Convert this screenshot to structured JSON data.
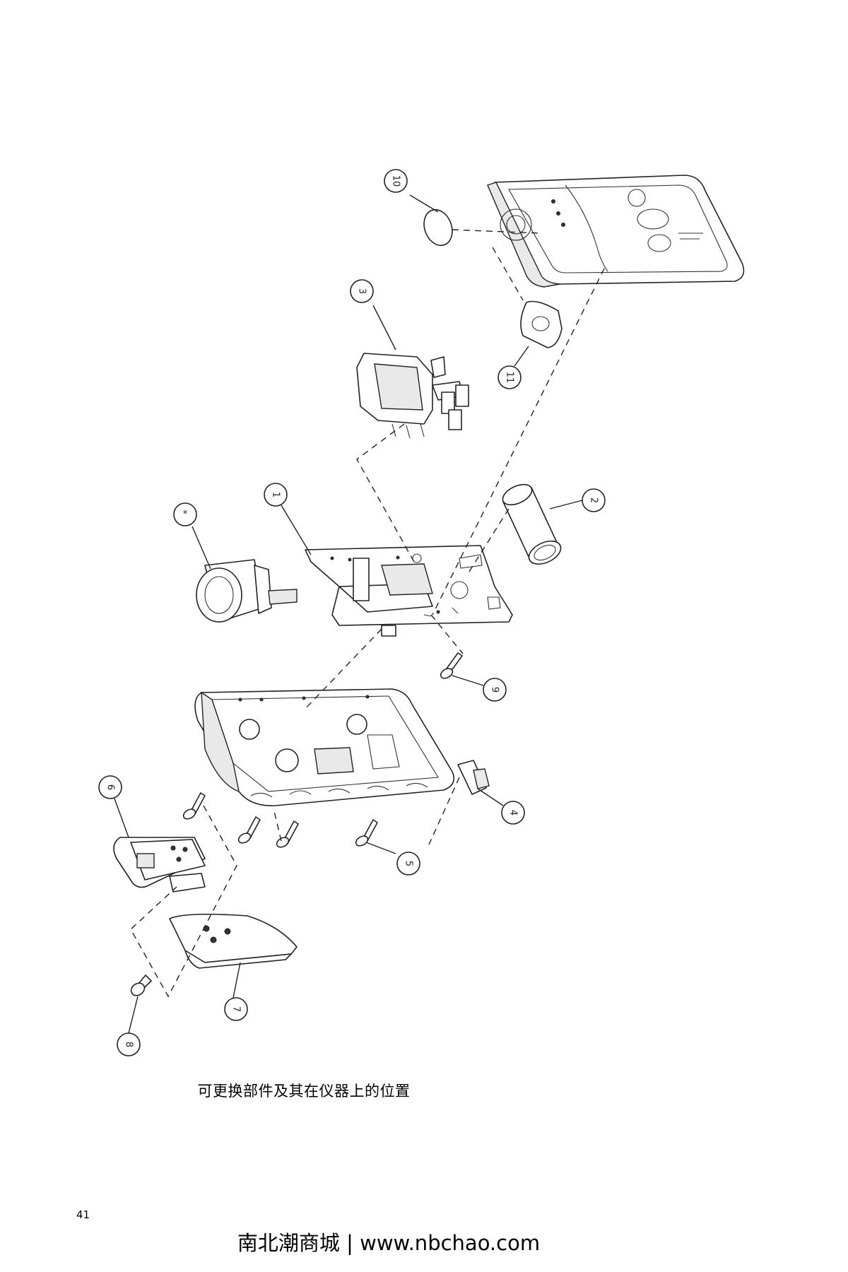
{
  "diagram": {
    "callouts": [
      {
        "id": "callout-10",
        "label": "10"
      },
      {
        "id": "callout-3",
        "label": "3"
      },
      {
        "id": "callout-11",
        "label": "11"
      },
      {
        "id": "callout-1",
        "label": "1"
      },
      {
        "id": "callout-star",
        "label": "*"
      },
      {
        "id": "callout-2",
        "label": "2"
      },
      {
        "id": "callout-9",
        "label": "9"
      },
      {
        "id": "callout-6",
        "label": "6"
      },
      {
        "id": "callout-4",
        "label": "4"
      },
      {
        "id": "callout-5",
        "label": "5"
      },
      {
        "id": "callout-7",
        "label": "7"
      },
      {
        "id": "callout-8",
        "label": "8"
      }
    ]
  },
  "caption": "可更换部件及其在仪器上的位置",
  "page_number": "41",
  "footer": "南北潮商城 | www.nbchao.com"
}
